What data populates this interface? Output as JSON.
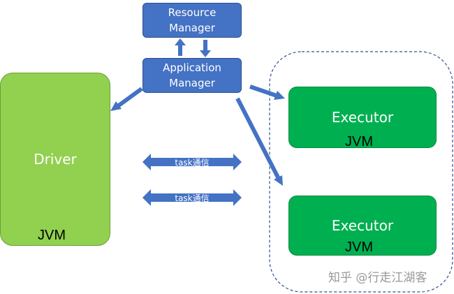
{
  "resource_manager": {
    "line1": "Resource",
    "line2": "Manager"
  },
  "application_manager": {
    "line1": "Application",
    "line2": "Manager"
  },
  "driver": {
    "label": "Driver",
    "jvm": "JVM"
  },
  "executor_top": {
    "label": "Executor",
    "jvm": "JVM"
  },
  "executor_bottom": {
    "label": "Executor",
    "jvm": "JVM"
  },
  "channels": [
    {
      "label": "task通信"
    },
    {
      "label": "task通信"
    }
  ],
  "watermark": "知乎 @行走江湖客",
  "colors": {
    "manager_blue": "#4472c4",
    "driver_green": "#92d050",
    "executor_green": "#00b050",
    "cluster_border": "#2f528f"
  }
}
